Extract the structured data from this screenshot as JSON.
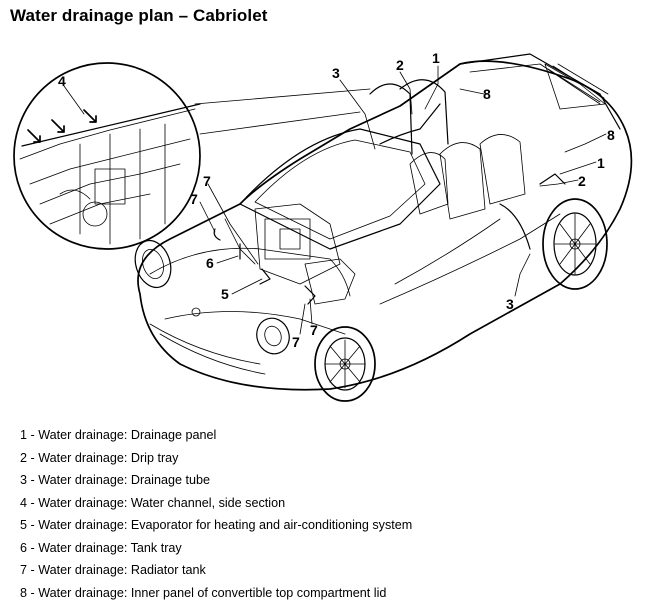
{
  "title": "Water drainage plan – Cabriolet",
  "legend": [
    {
      "num": "1",
      "label": "Water drainage: Drainage panel"
    },
    {
      "num": "2",
      "label": "Water drainage: Drip tray"
    },
    {
      "num": "3",
      "label": "Water drainage: Drainage tube"
    },
    {
      "num": "4",
      "label": "Water drainage: Water channel, side section"
    },
    {
      "num": "5",
      "label": "Water drainage: Evaporator for heating and air-conditioning system"
    },
    {
      "num": "6",
      "label": "Water drainage: Tank tray"
    },
    {
      "num": "7",
      "label": "Water drainage: Radiator tank"
    },
    {
      "num": "8",
      "label": "Water drainage: Inner panel of convertible top compartment lid"
    }
  ],
  "callouts": {
    "c1_top": "1",
    "c2_top": "2",
    "c3_top": "3",
    "c8_top": "8",
    "c8_right": "8",
    "c1_right": "2",
    "c2_right": "1",
    "c3_bottom": "3",
    "c4": "4",
    "c7_a": "7",
    "c7_b": "7",
    "c6": "6",
    "c5": "5",
    "c7_c": "7",
    "c7_d": "7"
  }
}
